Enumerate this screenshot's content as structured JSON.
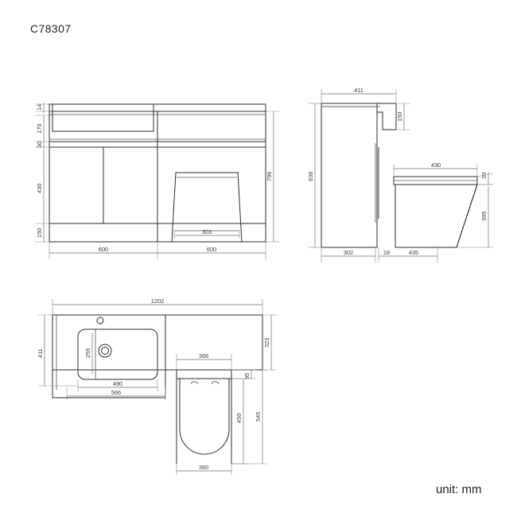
{
  "drawing": {
    "title": "C78307",
    "unit_note": "unit: mm",
    "line_color": "#2b2b2b",
    "dim_color": "#6e6e6e",
    "background": "#ffffff"
  },
  "views": {
    "front_elevation": {
      "name": "front-elevation-view",
      "dimensions": {
        "top_panel_thickness": "14",
        "drawer_front_height": "170",
        "gap": "30",
        "door_height": "430",
        "plinth_height": "150",
        "overall_height": "796",
        "left_bay_width": "600",
        "right_bay_width": "600",
        "toilet_base_width": "303"
      }
    },
    "side_elevation": {
      "name": "side-elevation-view",
      "dimensions": {
        "top_depth": "411",
        "cistern_top_depth": "150",
        "overall_height": "836",
        "seat_depth": "430",
        "seat_thickness": "30",
        "pan_height": "395",
        "cabinet_depth": "302",
        "panel_gap": "18",
        "pan_depth": "435"
      }
    },
    "plan": {
      "name": "plan-view",
      "dimensions": {
        "overall_width": "1202",
        "basin_depth": "411",
        "basin_inner_depth": "255",
        "basin_inner_width": "490",
        "basin_outer_width": "566",
        "worktop_depth": "323",
        "cistern_width": "366",
        "cistern_depth": "95",
        "pan_length": "450",
        "total_depth": "545",
        "pan_width": "360"
      }
    }
  }
}
